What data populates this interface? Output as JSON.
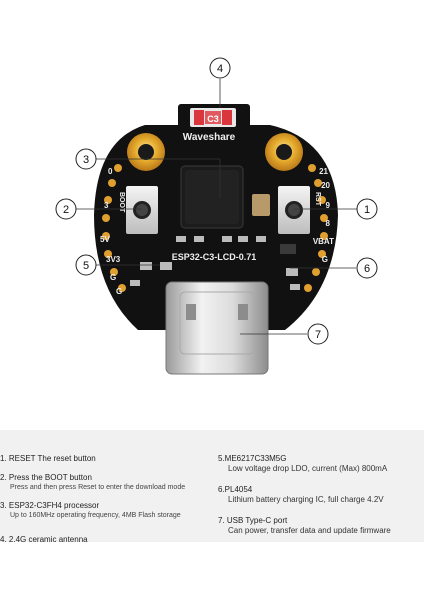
{
  "board": {
    "brand": "Waveshare",
    "model": "ESP32-C3-LCD-0.71",
    "pins_left": [
      "0",
      "3",
      "5V",
      "3V3",
      "G",
      "G"
    ],
    "pins_right": [
      "21",
      "20",
      "9",
      "8",
      "VBAT",
      "G"
    ],
    "button_left_label": "BOOT",
    "button_right_label": "RST"
  },
  "callouts": [
    "1",
    "2",
    "3",
    "4",
    "5",
    "6",
    "7"
  ],
  "legend": {
    "left": [
      {
        "title": "1. RESET The reset button",
        "desc": ""
      },
      {
        "title": "2. Press the BOOT button",
        "desc": "Press and then press Reset to enter the download mode"
      },
      {
        "title": "3. ESP32-C3FH4 processor",
        "desc": "Up to 160MHz operating frequency, 4MB Flash storage"
      },
      {
        "title": "4. 2.4G ceramic antenna",
        "desc": ""
      }
    ],
    "right": [
      {
        "title": "5.ME6217C33M5G",
        "desc": "Low voltage drop LDO, current (Max) 800mA"
      },
      {
        "title": "6.PL4054",
        "desc": "Lithium battery charging IC, full charge 4.2V"
      },
      {
        "title": "7. USB Type-C port",
        "desc": "Can power, transfer data and update firmware"
      }
    ]
  }
}
